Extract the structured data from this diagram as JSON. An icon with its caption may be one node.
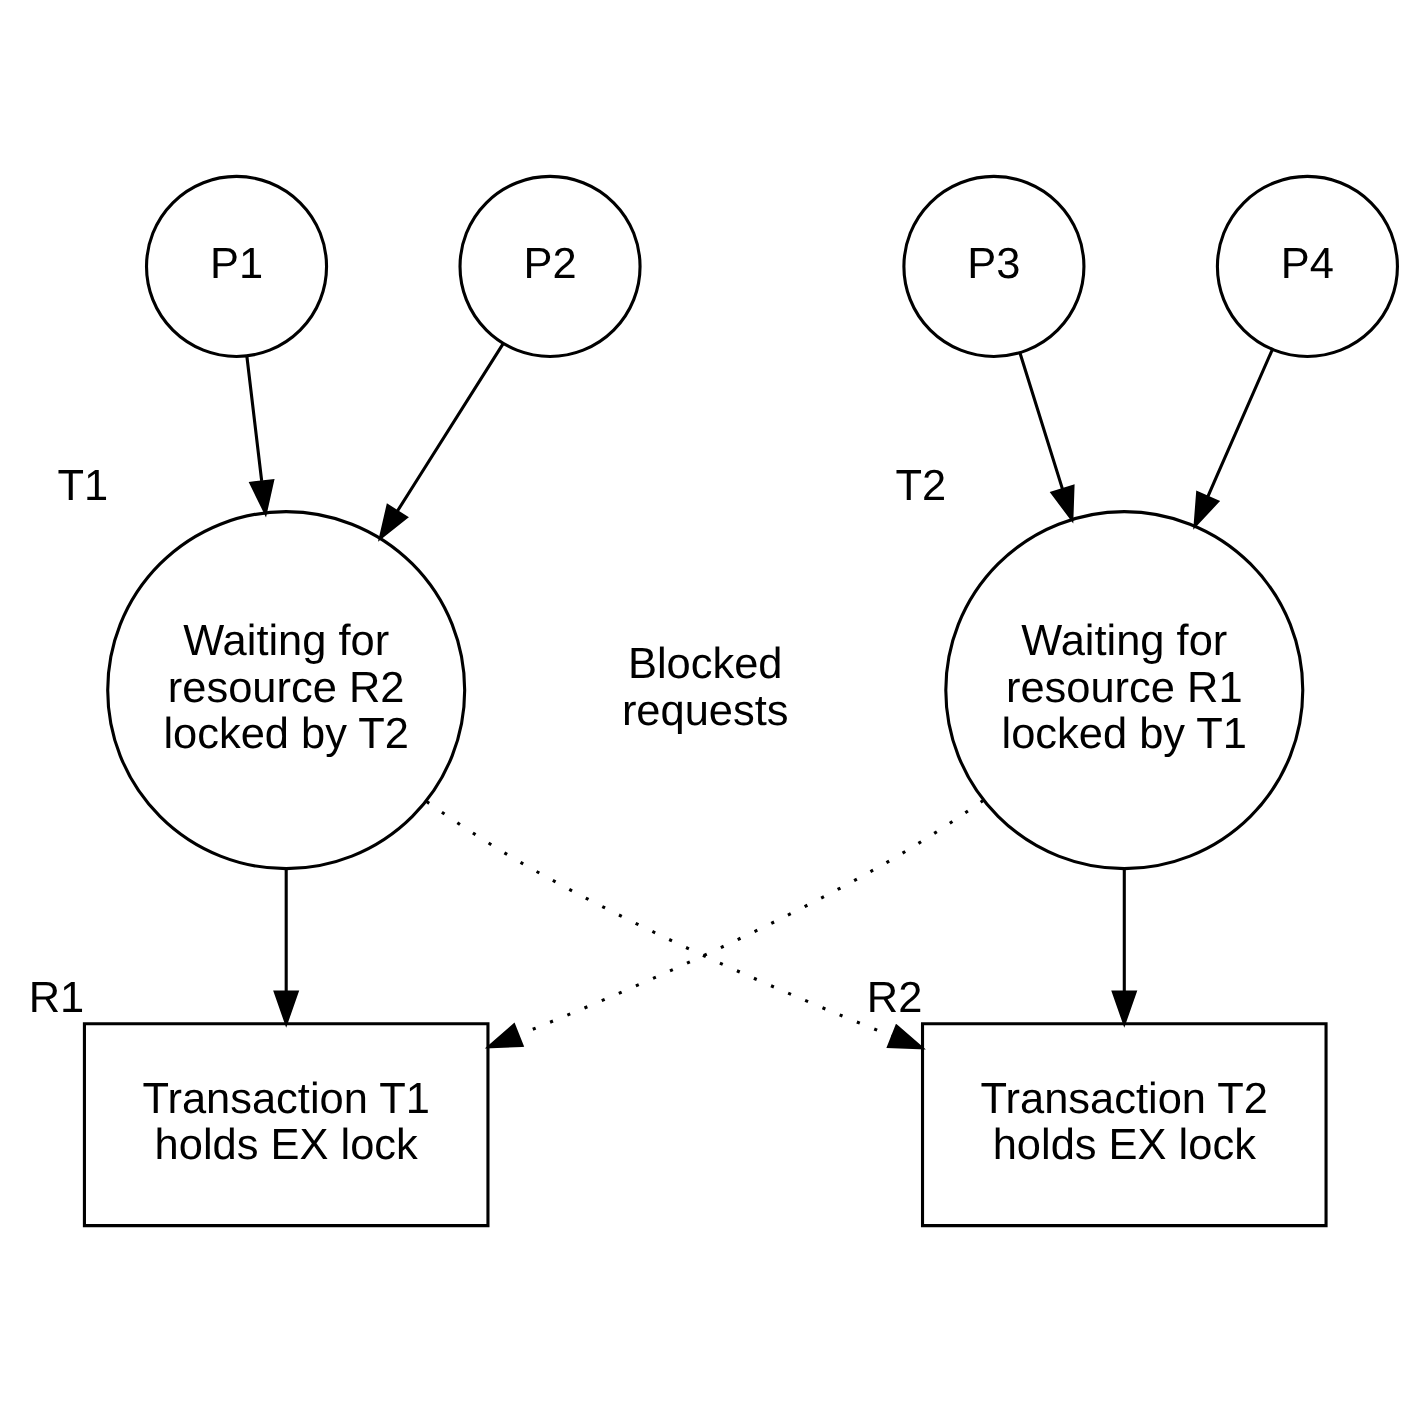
{
  "diagram": {
    "nodes": [
      {
        "text": [
          "P1"
        ]
      },
      {
        "text": [
          "P2"
        ]
      },
      {
        "text": [
          "P3"
        ]
      },
      {
        "text": [
          "P4"
        ]
      },
      {
        "text": [
          "Waiting for resource R2 locked by T2"
        ],
        "beside": [
          "T1"
        ]
      },
      {
        "text": [
          "Waiting for resource R1 locked by T1"
        ],
        "beside": [
          "T2"
        ]
      },
      {
        "text": [
          "Transaction T1 holds EX lock"
        ],
        "beside": [
          "R1"
        ]
      },
      {
        "text": [
          "Transaction T2 holds EX lock"
        ],
        "beside": [
          "R2"
        ]
      }
    ],
    "edges": [
      {
        "from": 0,
        "to": 4,
        "arrow": "to"
      },
      {
        "from": 1,
        "to": 4,
        "arrow": "to"
      },
      {
        "from": 2,
        "to": 5,
        "arrow": "to"
      },
      {
        "from": 3,
        "to": 5,
        "arrow": "to"
      },
      {
        "from": 4,
        "to": 6,
        "arrow": "to"
      },
      {
        "from": 5,
        "to": 7,
        "arrow": "to"
      },
      {
        "from": 4,
        "to": 7,
        "arrow": "to",
        "style": "dashed"
      },
      {
        "from": 5,
        "to": 6,
        "arrow": "to",
        "style": "dashed"
      }
    ],
    "labels": [
      "Blocked requests"
    ]
  }
}
